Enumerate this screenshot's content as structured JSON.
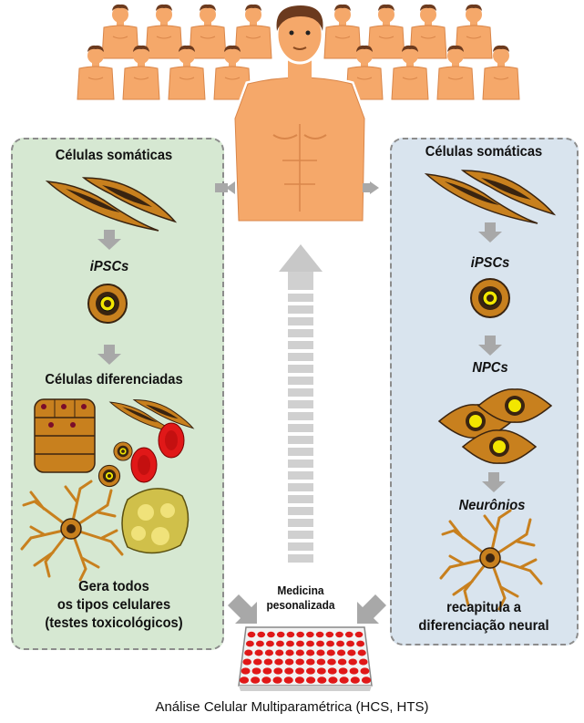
{
  "left_panel": {
    "somatic": "Células somáticas",
    "ipsc": "iPSCs",
    "differentiated": "Células diferenciadas",
    "summary_line1": "Gera todos",
    "summary_line2": "os tipos celulares",
    "summary_line3": "(testes toxicológicos)"
  },
  "right_panel": {
    "somatic": "Células somáticas",
    "ipsc": "iPSCs",
    "npc": "NPCs",
    "neurons": "Neurônios",
    "summary_line1": "recapitula a",
    "summary_line2": "diferenciação neural"
  },
  "center": {
    "medicine_line1": "Medicina",
    "medicine_line2": "pesonalizada"
  },
  "caption": "Análise Celular Multiparamétrica (HCS, HTS)",
  "colors": {
    "skin": "#f5a86a",
    "skin_shadow": "#d9864a",
    "panel_left": "#d6e8d2",
    "panel_right": "#d9e4ee",
    "cell_body": "#c8801e",
    "cell_dark": "#3a2410",
    "nucleus": "#f2e600",
    "red_cell": "#e01818",
    "arrow": "#a8a8a8"
  }
}
